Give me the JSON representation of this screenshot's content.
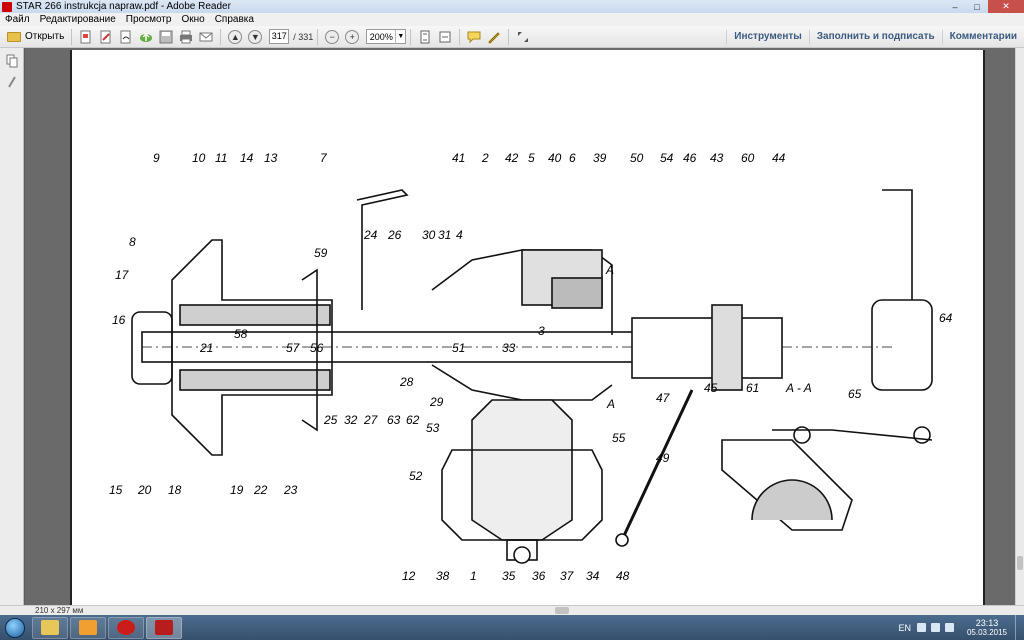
{
  "window": {
    "title": "STAR 266 instrukcja napraw.pdf - Adobe Reader",
    "controls": [
      "–",
      "□",
      "✕"
    ]
  },
  "menu": [
    "Файл",
    "Редактирование",
    "Просмотр",
    "Окно",
    "Справка"
  ],
  "toolbar": {
    "open_label": "Открыть",
    "page_current": "317",
    "page_total": "/ 331",
    "zoom": "200%",
    "right_links": [
      "Инструменты",
      "Заполнить и подписать",
      "Комментарии"
    ]
  },
  "drawing": {
    "part_labels": {
      "top": [
        "9",
        "10",
        "11",
        "14",
        "13",
        "7",
        "41",
        "2",
        "42",
        "5",
        "40",
        "6",
        "39",
        "50",
        "54",
        "46",
        "43",
        "60",
        "44"
      ],
      "upper_mid": [
        "8",
        "17",
        "16",
        "24",
        "26",
        "30",
        "31",
        "4",
        "59",
        "A",
        "64"
      ],
      "center": [
        "21",
        "58",
        "57",
        "56",
        "3",
        "51",
        "33",
        "A",
        "47",
        "45"
      ],
      "lower_mid": [
        "25",
        "32",
        "27",
        "63",
        "62",
        "28",
        "29",
        "53",
        "55",
        "49",
        "61",
        "A - A",
        "65",
        "52"
      ],
      "bottom": [
        "15",
        "20",
        "18",
        "19",
        "22",
        "23",
        "12",
        "38",
        "1",
        "35",
        "36",
        "37",
        "34",
        "48"
      ]
    }
  },
  "status": {
    "page_size": "210 x 297 мм"
  },
  "taskbar": {
    "apps": [
      "explorer",
      "media-player",
      "opera",
      "adobe-reader"
    ],
    "active": "adobe-reader",
    "colors": {
      "explorer": "#e7c65a",
      "media-player": "#f0a030",
      "opera": "#cc1b1b",
      "adobe-reader": "#b81d1d"
    },
    "lang": "EN",
    "time": "23:13",
    "date": "05.03.2015"
  }
}
